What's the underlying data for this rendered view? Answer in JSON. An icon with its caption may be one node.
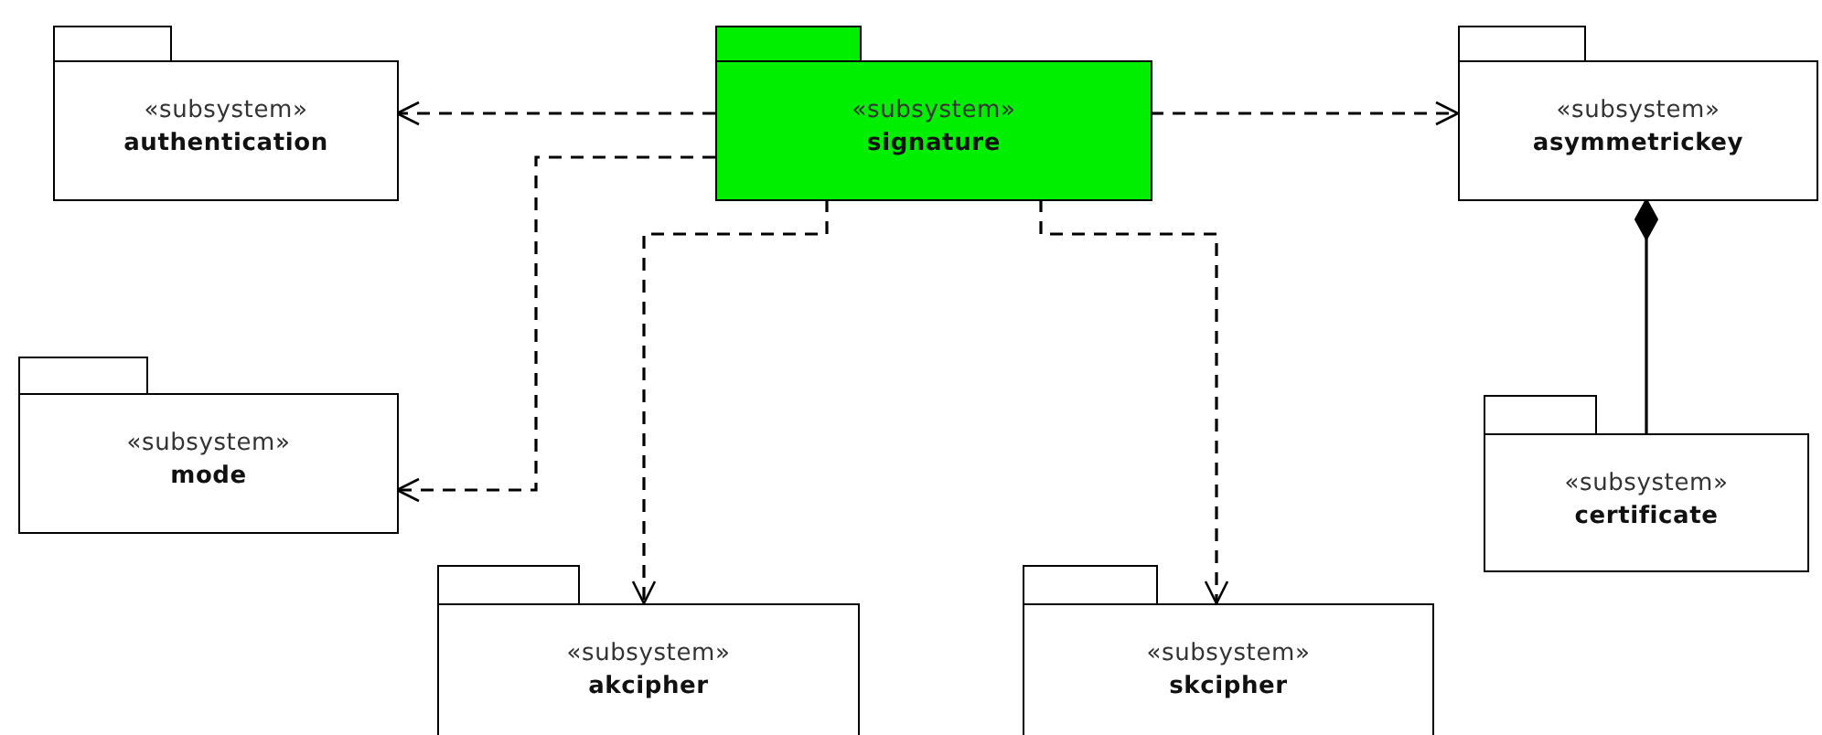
{
  "diagram": {
    "nodes": [
      {
        "text": [
          "«subsystem»",
          "signature"
        ]
      },
      {
        "text": [
          "«subsystem»",
          "authentication"
        ]
      },
      {
        "text": [
          "«subsystem»",
          "asymmetrickey"
        ]
      },
      {
        "text": [
          "«subsystem»",
          "mode"
        ]
      },
      {
        "text": [
          "«subsystem»",
          "certificate"
        ]
      },
      {
        "text": [
          "«subsystem»",
          "akcipher"
        ]
      },
      {
        "text": [
          "«subsystem»",
          "skcipher"
        ]
      }
    ],
    "edges": [
      {
        "from": 0,
        "to": 1,
        "arrow": "to",
        "style": "dashed"
      },
      {
        "from": 0,
        "to": 2,
        "arrow": "to",
        "style": "dashed"
      },
      {
        "from": 0,
        "to": 3,
        "arrow": "to",
        "style": "dashed"
      },
      {
        "from": 0,
        "to": 5,
        "arrow": "to",
        "style": "dashed"
      },
      {
        "from": 0,
        "to": 6,
        "arrow": "to",
        "style": "dashed"
      },
      {
        "from": 4,
        "to": 2,
        "arrow": "other"
      }
    ]
  }
}
